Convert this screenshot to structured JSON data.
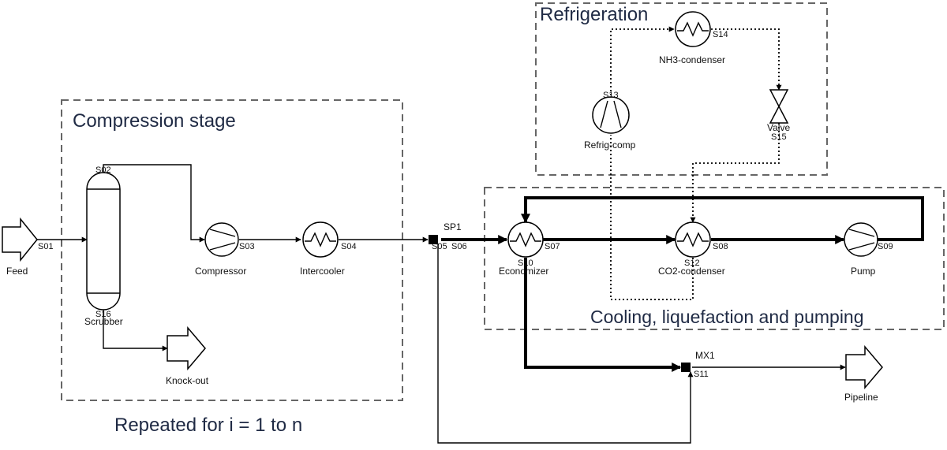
{
  "regions": {
    "compression": "Compression stage",
    "refrigeration": "Refrigeration",
    "cooling": "Cooling, liquefaction and pumping",
    "repeat_note": "Repeated for i = 1 to n"
  },
  "units": {
    "feed": "Feed",
    "scrubber": "Scrubber",
    "knockout": "Knock-out",
    "compressor": "Compressor",
    "intercooler": "Intercooler",
    "splitter": "SP1",
    "economizer": "Economizer",
    "co2_condenser": "CO2-condenser",
    "pump": "Pump",
    "mixer": "MX1",
    "pipeline": "Pipeline",
    "nh3_condenser": "NH3-condenser",
    "refrig_comp": "Refrig-comp",
    "valve": "Valve"
  },
  "streams": {
    "s01": "S01",
    "s02": "S02",
    "s03": "S03",
    "s04": "S04",
    "s05": "S05",
    "s06": "S06",
    "s07": "S07",
    "s08": "S08",
    "s09": "S09",
    "s10": "S10",
    "s11": "S11",
    "s12": "S12",
    "s13": "S13",
    "s14": "S14",
    "s15": "S15",
    "s16": "S16"
  }
}
